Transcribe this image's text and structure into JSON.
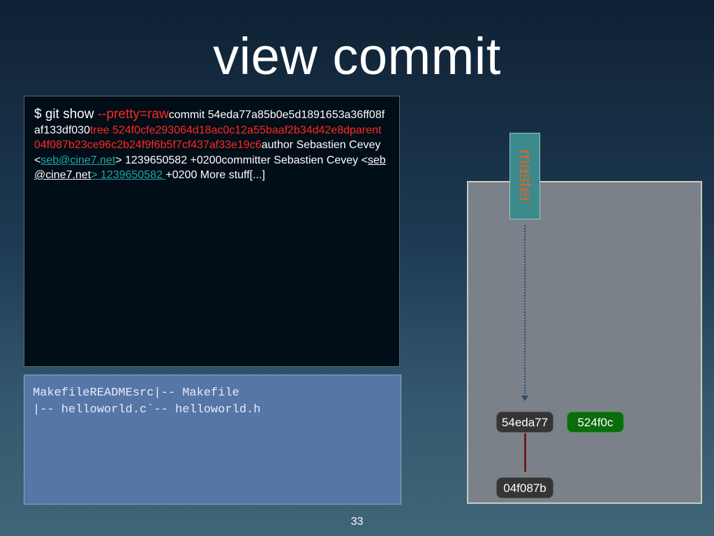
{
  "slide": {
    "title": "view commit",
    "page_number": "33"
  },
  "terminal": {
    "prompt": "$ git show ",
    "option": "--pretty=raw",
    "commit_label": "commit",
    "commit_hash": "54eda77a85b0e5d1891653a36ff08faf133df030",
    "tree_label": "tree",
    "tree_hash": "524f0cfe293064d18ac0c12a55baaf2b34d42e8d",
    "parent_label": "parent",
    "parent_hash": "04f087b23ce96c2b24f9f6b5f7cf437af33e19c6",
    "author_prefix": "author Sebastien Cevey <",
    "author_email": "seb@cine7.net",
    "author_suffix": "> 1239650582 +0200committer Sebastien Cevey <",
    "committer_email": "seb@cine7.net",
    "committer_ts": "> 1239650582 ",
    "committer_suffix": "+0200    More stuff[...]"
  },
  "file_list": {
    "text": "MakefileREADMEsrc|-- Makefile\n|-- helloworld.c`-- helloworld.h"
  },
  "graph": {
    "branch_name": "master",
    "commits": {
      "head": "54eda77",
      "tree": "524f0c",
      "parent": "04f087b"
    },
    "colors": {
      "commit_node": "#353535",
      "tree_node": "#0c6b0c",
      "branch": "#3d8a8d",
      "branch_text": "#e3621e"
    }
  }
}
